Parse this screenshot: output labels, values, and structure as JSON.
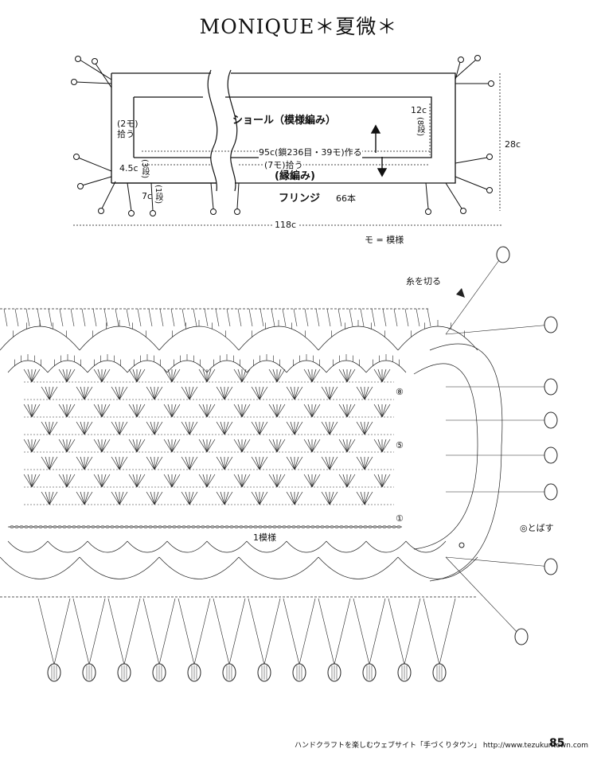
{
  "title": "MONIQUE＊夏微＊",
  "schematic": {
    "shawl_label": "ショール（模様編み）",
    "border_label": "(縁編み)",
    "fringe_label": "フリンジ",
    "fringe_count": "66本",
    "chain_label": "95c(鎖236目・39モ)作る",
    "pickup_7": "(7モ)拾う",
    "pickup_2_a": "(2モ)",
    "pickup_2_b": "拾う",
    "dim_12c": "12c",
    "dim_8_rows": "(8段)",
    "dim_28c": "28c",
    "dim_45c": "4.5c",
    "dim_3_rows": "(3段)",
    "dim_7c": "7c",
    "dim_1_row": "(1段)",
    "dim_118c": "118c",
    "legend": "モ = 模様"
  },
  "chart": {
    "cut_yarn": "糸を切る",
    "skip": "◎とばす",
    "pattern_one": "1模様",
    "row_8": "⑧",
    "row_5": "⑤",
    "row_1": "①"
  },
  "footer": {
    "text": "ハンドクラフトを楽しむウェブサイト「手づくりタウン」 http://www.tezukuritown.com",
    "page": "85"
  }
}
